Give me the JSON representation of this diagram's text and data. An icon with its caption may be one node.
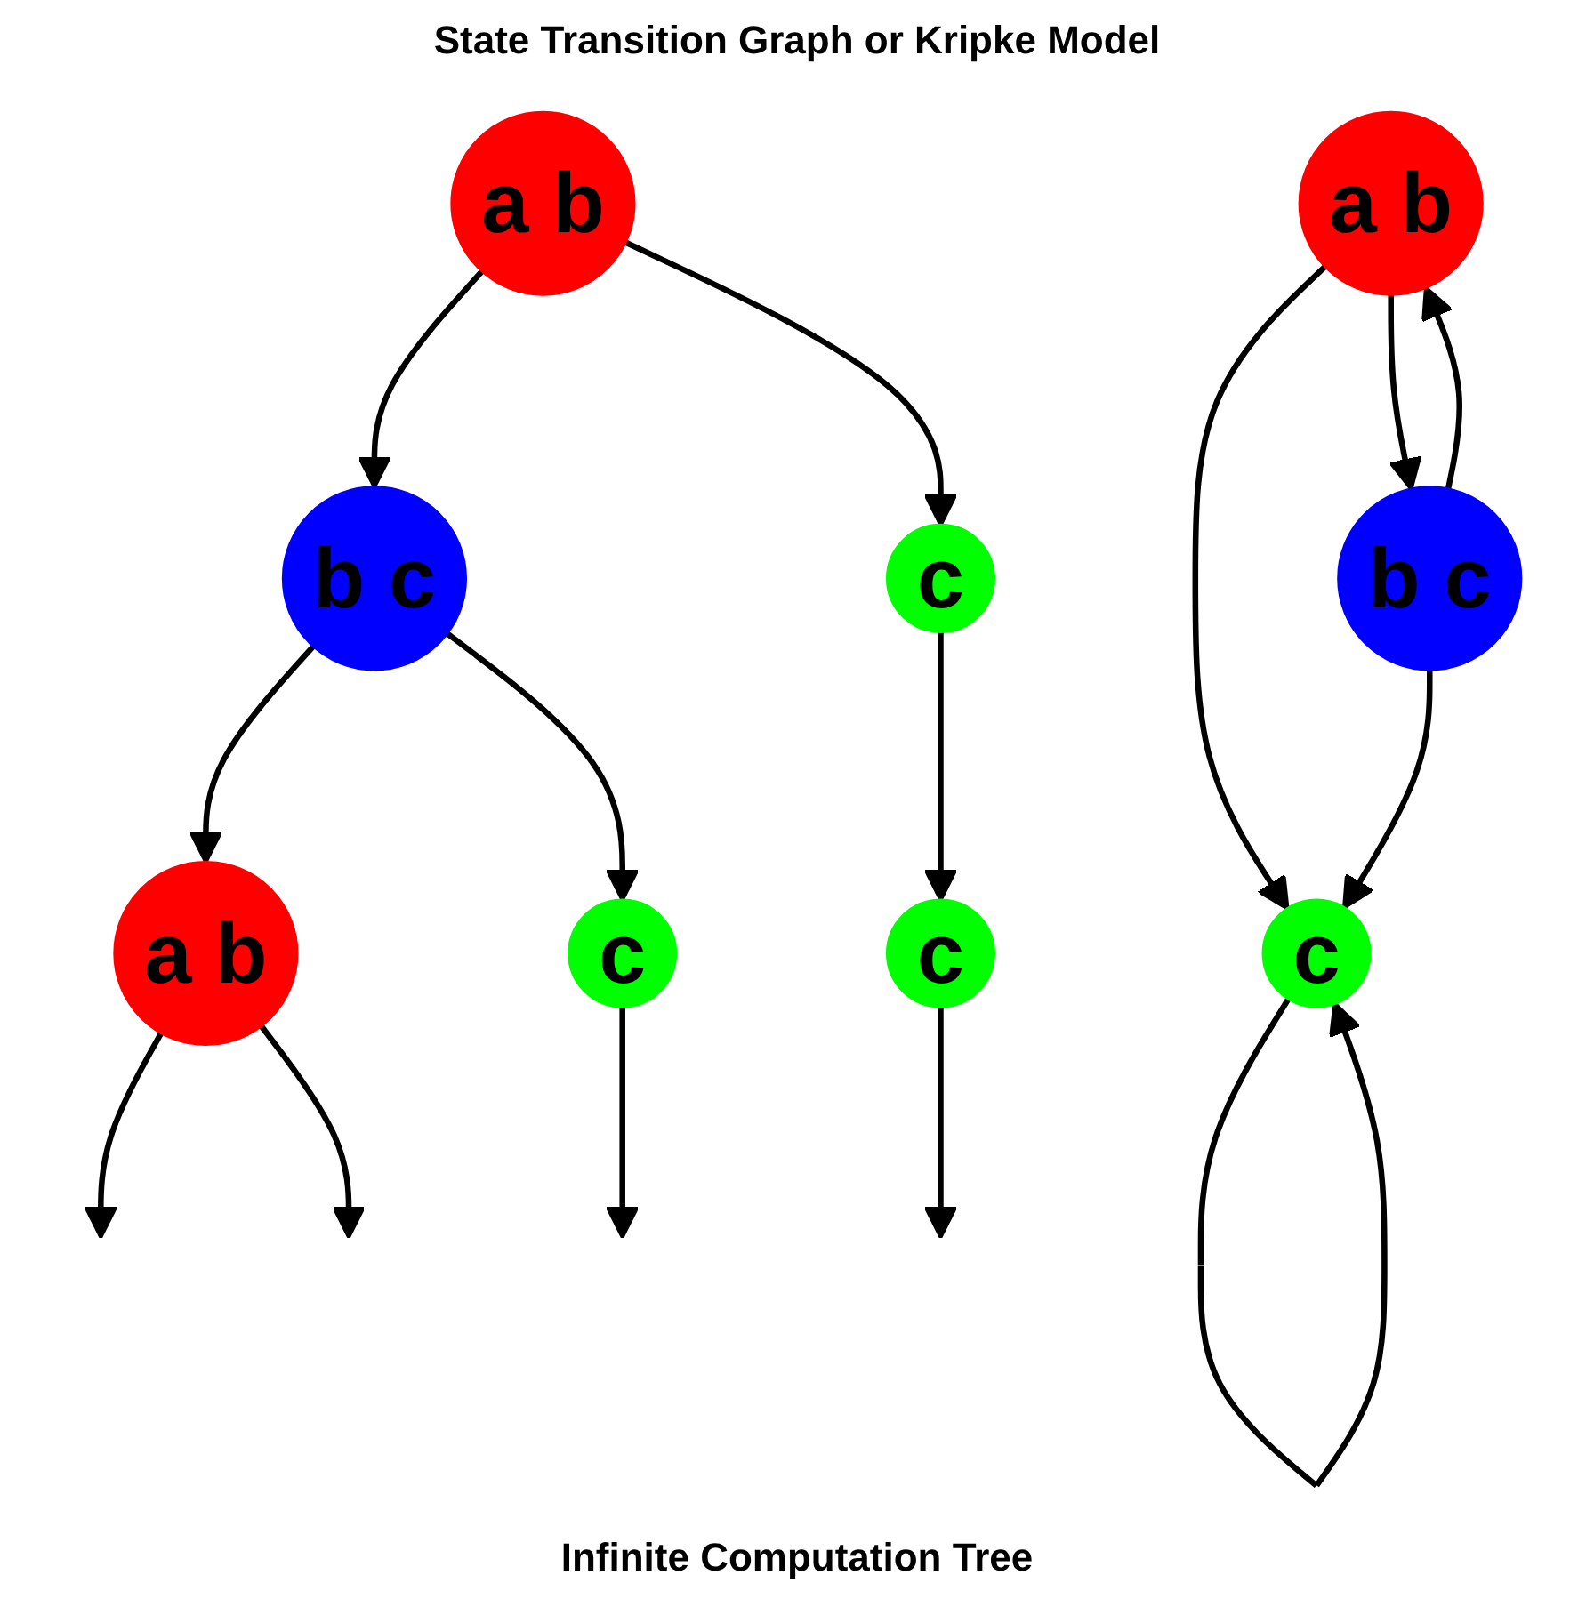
{
  "diagram": {
    "nodes": [
      {
        "text": [
          "a b"
        ]
      },
      {
        "text": [
          "b c"
        ]
      },
      {
        "text": [
          "c"
        ]
      },
      {
        "text": [
          "a b"
        ]
      },
      {
        "text": [
          "b c"
        ]
      },
      {
        "text": [
          "c"
        ]
      },
      {
        "text": [
          "a b"
        ]
      },
      {
        "text": [
          "c"
        ]
      },
      {
        "text": [
          "c"
        ]
      }
    ],
    "edges": [
      {
        "from": 0,
        "to": 1,
        "arrow": "to"
      },
      {
        "from": 1,
        "to": 0,
        "arrow": "to"
      },
      {
        "from": 0,
        "to": 2,
        "arrow": "to"
      },
      {
        "from": 1,
        "to": 2,
        "arrow": "to"
      },
      {
        "from": 2,
        "to": 2,
        "arrow": "to"
      },
      {
        "from": 3,
        "to": 4,
        "arrow": "to"
      },
      {
        "from": 3,
        "to": 5,
        "arrow": "to"
      },
      {
        "from": 4,
        "to": 6,
        "arrow": "to"
      },
      {
        "from": 4,
        "to": 7,
        "arrow": "to"
      },
      {
        "from": 5,
        "to": 8,
        "arrow": "to"
      },
      {
        "from": 6,
        "to": null,
        "arrow": "to"
      },
      {
        "from": 6,
        "to": null,
        "arrow": "to"
      },
      {
        "from": 7,
        "to": null,
        "arrow": "to"
      },
      {
        "from": 8,
        "to": null,
        "arrow": "to"
      }
    ],
    "labels": [
      "State Transition Graph or Kripke Model",
      "Infinite Computation Tree"
    ]
  }
}
